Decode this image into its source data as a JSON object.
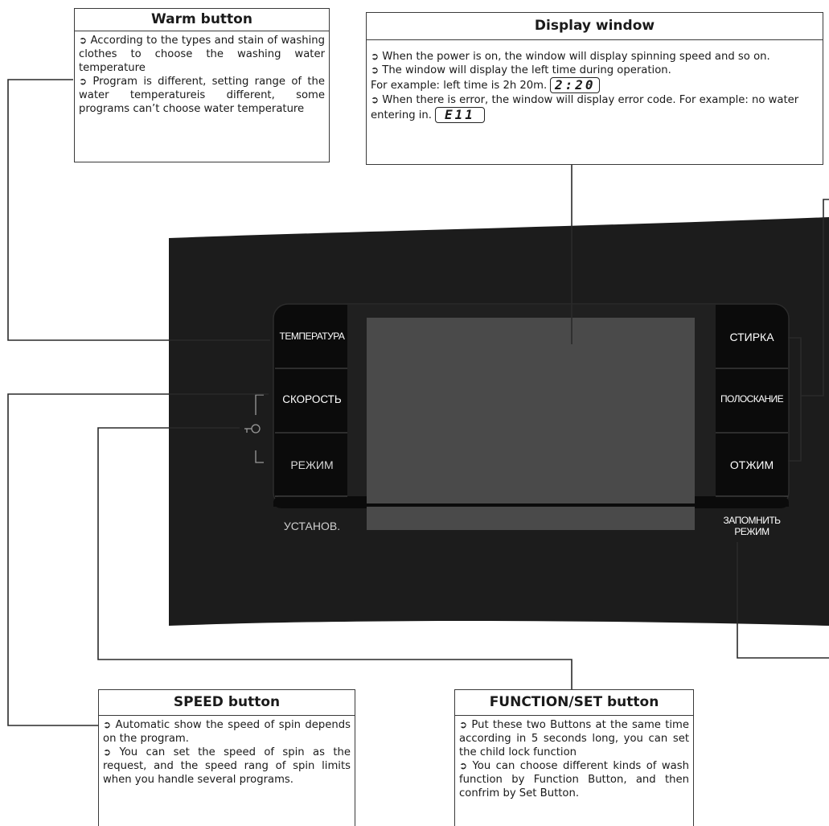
{
  "warm": {
    "title": "Warm button",
    "lines": [
      "According to the types and stain of washing clothes to choose the washing water temperature",
      "Program is different, setting range of the water temperatureis different, some programs can’t choose water temperature"
    ]
  },
  "display": {
    "title": "Display window",
    "line1": "When the power is on, the window will display spinning speed and so on.",
    "line2": "The window will display the left time during operation.",
    "line2b": "For example: left time is 2h 20m.",
    "lcd1": "2:20",
    "line3": "When there is error, the window will display error code. For example: no water entering in.",
    "lcd2": "E11"
  },
  "speed": {
    "title": "SPEED button",
    "lines": [
      "Automatic show the speed of spin depends on the program.",
      "You can set the speed of spin as the request, and the speed rang of spin limits when you handle several programs."
    ]
  },
  "func": {
    "title": "FUNCTION/SET button",
    "lines": [
      "Put these two Buttons at the same time according in 5 seconds long, you can set the child lock function",
      "You can choose different kinds of wash function by Function Button, and then confrim by Set Button."
    ]
  },
  "panel": {
    "left_buttons": [
      "ТЕМПЕРАТУРА",
      "СКОРОСТЬ",
      "РЕЖИМ",
      "УСТАНОВ."
    ],
    "right_buttons": [
      "СТИРКА",
      "ПОЛОСКАНИЕ",
      "ОТЖИМ"
    ],
    "memory_button": [
      "ЗАПОМНИТЬ",
      "РЕЖИМ"
    ]
  },
  "colors": {
    "panel": "#1c1c1c",
    "button_bg": "#0b0b0b",
    "screen": "#4a4a4a",
    "lines": "#2a2a2a"
  }
}
